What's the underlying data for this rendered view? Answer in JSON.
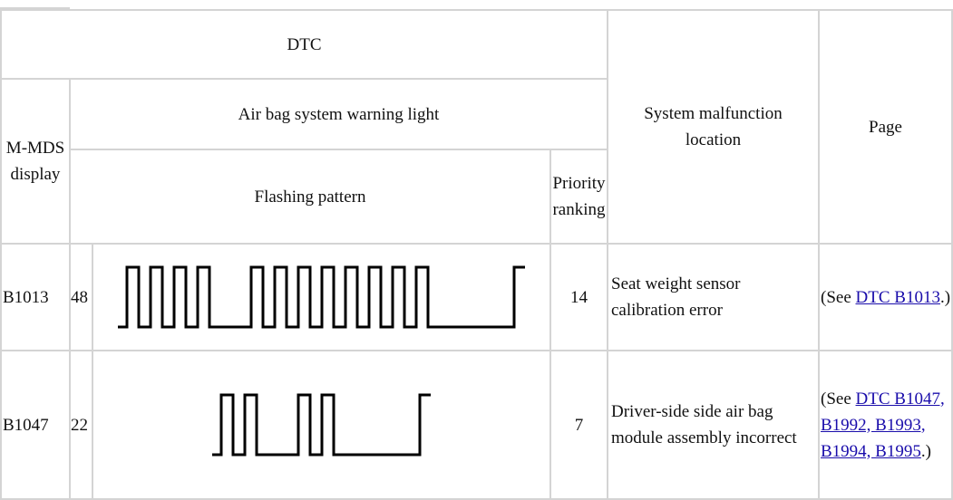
{
  "header": {
    "dtc": "DTC",
    "mmds_display": "M-MDS display",
    "warning_light": "Air bag system warning light",
    "flashing_pattern": "Flashing pattern",
    "priority_ranking": "Priority ranking",
    "malfunction_location": "System malfunction location",
    "page": "Page"
  },
  "rows": [
    {
      "mmds": "B1013",
      "code": "48",
      "priority": "14",
      "location": "Seat weight sensor calibration error",
      "page_prefix": "(See ",
      "page_link": "DTC B1013",
      "page_suffix": ".)"
    },
    {
      "mmds": "B1047",
      "code": "22",
      "priority": "7",
      "location": "Driver-side side air bag module assembly incorrect",
      "page_prefix": "(See ",
      "page_link": "DTC B1047, B1992, B1993, B1994, B1995",
      "page_suffix": ".)"
    }
  ]
}
